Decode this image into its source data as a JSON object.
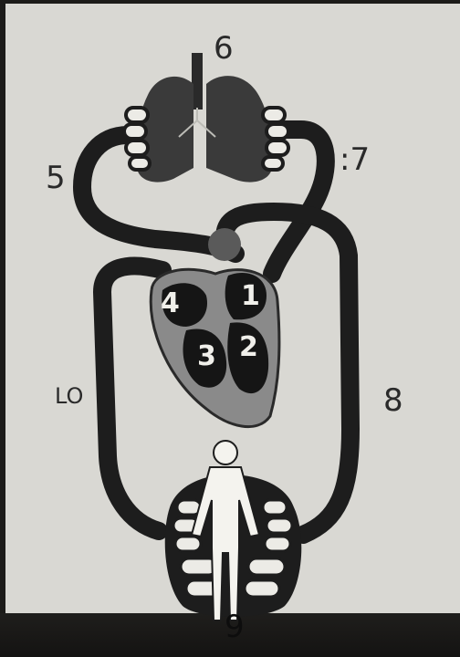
{
  "diagram": {
    "labels": {
      "label_6": "6",
      "label_5": "5",
      "label_7": ":7",
      "label_8": "8",
      "label_10": "LO",
      "label_9": "9"
    },
    "chambers": {
      "chamber_1": "1",
      "chamber_2": "2",
      "chamber_3": "3",
      "chamber_4": "4"
    }
  },
  "colors": {
    "paper": "#d9d8d3",
    "vessel": "#1d1d1d",
    "lung": "#3a3a3a",
    "heart": "#8a8a8a",
    "chamber": "#151515"
  }
}
